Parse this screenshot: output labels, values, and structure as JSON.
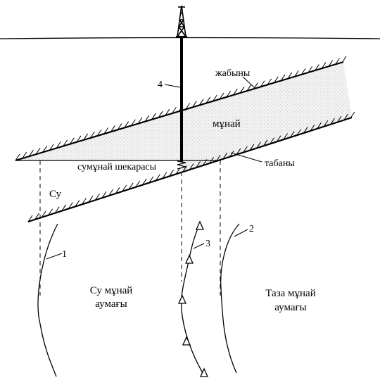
{
  "labels": {
    "cap": "жабыны",
    "oil": "мұнай",
    "owc": "сумұнай шекарасы",
    "base": "табаны",
    "water": "Су",
    "water_oil_zone_line1": "Су мұнай",
    "water_oil_zone_line2": "аумағы",
    "clean_oil_zone_line1": "Таза мұнай",
    "clean_oil_zone_line2": "аумағы"
  },
  "curve_numbers": {
    "n1": "1",
    "n2": "2",
    "n3": "3",
    "n4": "4"
  },
  "icons": {
    "derrick": "oil-derrick-icon",
    "perforation": "perforation-icon",
    "triangle_marker": "triangle-icon"
  },
  "colors": {
    "ink": "#000000",
    "oil_fill": "#e6e6e6",
    "background": "#ffffff"
  }
}
